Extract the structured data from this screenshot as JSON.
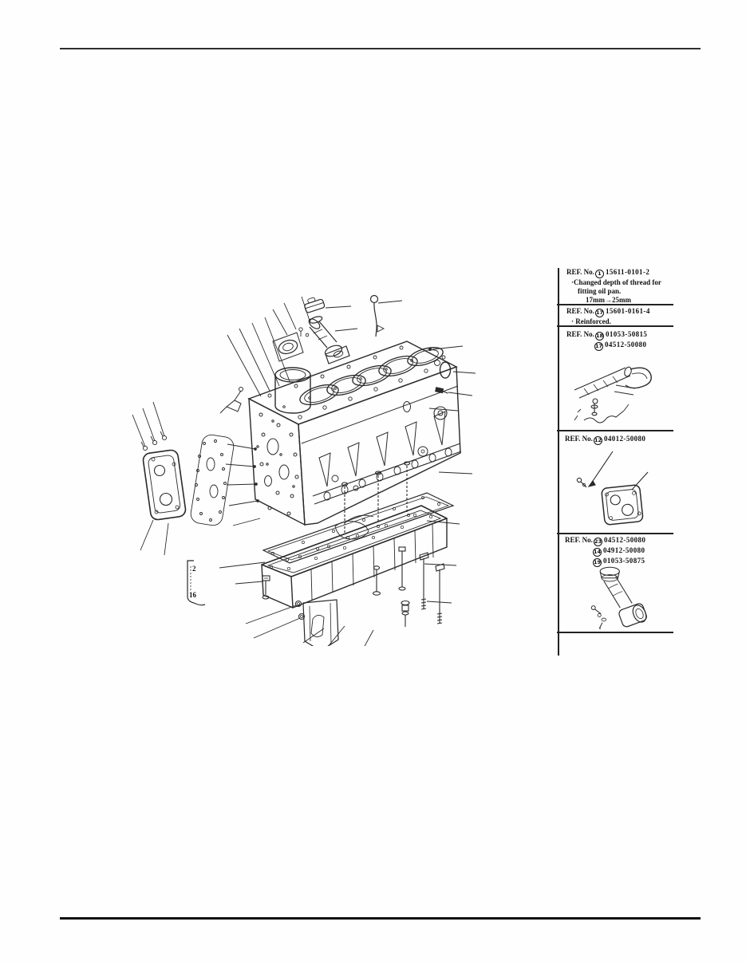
{
  "figure": {
    "title": "cylinder-block-and-oil-pan-exploded-view",
    "callout_labels": {
      "item_2": "2",
      "item_16": "16"
    }
  },
  "ref_panel": {
    "blocks": [
      {
        "prefix": "REF. No.",
        "items": [
          {
            "index": "1",
            "part_no": "15611-0101-2"
          }
        ],
        "bullet": "·",
        "notes": [
          "Changed depth of thread for",
          "fitting oil pan.",
          "17mm→25mm"
        ]
      },
      {
        "prefix": "REF. No.",
        "items": [
          {
            "index": "17",
            "part_no": "15601-0161-4"
          }
        ],
        "bullet": "·",
        "notes": [
          "Reinforced."
        ]
      },
      {
        "prefix": "REF. No.",
        "items": [
          {
            "index": "18",
            "part_no": "01053-50815"
          },
          {
            "index": "17",
            "part_no": "04512-50080"
          }
        ],
        "illustration": "pipe-clamp-assembly"
      },
      {
        "prefix": "REF. No.",
        "items": [
          {
            "index": "12",
            "part_no": "04012-50080"
          }
        ],
        "illustration": "cover-plate-with-bolt"
      },
      {
        "prefix": "REF. No.",
        "items": [
          {
            "index": "23",
            "part_no": "04512-50080"
          },
          {
            "index": "14",
            "part_no": "04912-50080"
          },
          {
            "index": "19",
            "part_no": "01053-50875"
          }
        ],
        "illustration": "oil-filler-tube"
      }
    ]
  }
}
